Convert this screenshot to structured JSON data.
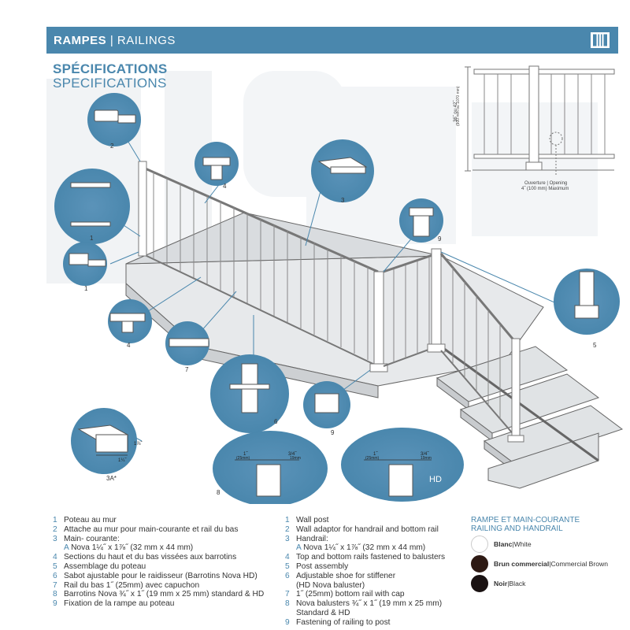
{
  "header": {
    "title_fr": "RAMPES",
    "separator": " | ",
    "title_en": "RAILINGS",
    "icon": "railing-icon",
    "color": "#4a87ad"
  },
  "spec": {
    "title_fr": "SPÉCIFICATIONS",
    "title_en": "SPECIFICATIONS"
  },
  "detail": {
    "height_label": "36˝ ou 42˝",
    "height_sub": "(900 mm ou 1070 mm)",
    "opening_line1": "Ouverture | Opening",
    "opening_line2": "4˝ (100 mm) Maximum"
  },
  "callouts": {
    "c1a": "1",
    "c1b": "1",
    "c2": "2",
    "c3": "3",
    "c3a": "3A*",
    "c4a": "4",
    "c4b": "4",
    "c5": "5",
    "c6": "6",
    "c7": "7",
    "c8": "8",
    "c9a": "9",
    "c9b": "9"
  },
  "dims": {
    "rail_h": "1⅞˝",
    "rail_w": "1¼˝",
    "std_left": "1˝",
    "std_left_mm": "(25mm)",
    "std_right": "3/4˝",
    "std_right_mm": "19mm",
    "hd_left": "1˝",
    "hd_left_mm": "(25mm)",
    "hd_right": "3/4˝",
    "hd_right_mm": "19mm",
    "hd_label": "HD"
  },
  "legend_fr": [
    {
      "num": "1",
      "text": "Poteau au mur"
    },
    {
      "num": "2",
      "text": "Attache au mur pour main-courante et rail du bas"
    },
    {
      "num": "3",
      "text": "Main- courante:"
    },
    {
      "num": "",
      "sub": "A ",
      "text": "Nova 1¼˝ x 1⅞˝ (32 mm x 44 mm)"
    },
    {
      "num": "4",
      "text": "Sections du haut et du bas vissées aux barrotins"
    },
    {
      "num": "5",
      "text": "Assemblage du poteau"
    },
    {
      "num": "6",
      "text": "Sabot ajustable pour le raidisseur (Barrotins Nova HD)"
    },
    {
      "num": "7",
      "text": "Rail du bas 1˝ (25mm) avec capuchon"
    },
    {
      "num": "8",
      "text": "Barrotins Nova ¾˝ x 1˝ (19 mm x 25 mm) standard & HD"
    },
    {
      "num": "9",
      "text": "Fixation de la rampe au poteau"
    }
  ],
  "legend_en": [
    {
      "num": "1",
      "text": "Wall post"
    },
    {
      "num": "2",
      "text": "Wall adaptor for handrail and bottom rail"
    },
    {
      "num": "3",
      "text": "Handrail:"
    },
    {
      "num": "",
      "sub": "A ",
      "text": "Nova 1¼˝ x 1⅞˝ (32 mm x 44 mm)"
    },
    {
      "num": "4",
      "text": "Top and bottom rails fastened to balusters"
    },
    {
      "num": "5",
      "text": "Post assembly"
    },
    {
      "num": "6",
      "text": "Adjustable shoe for stiffener"
    },
    {
      "num": "",
      "text": "(HD Nova baluster)"
    },
    {
      "num": "7",
      "text": "1˝ (25mm) bottom rail with cap"
    },
    {
      "num": "8",
      "text": "Nova balusters ¾˝ x 1˝ (19 mm x 25 mm)"
    },
    {
      "num": "",
      "text": "Standard & HD"
    },
    {
      "num": "9",
      "text": "Fastening of railing to post"
    }
  ],
  "colors": {
    "title_fr": "RAMPE ET MAIN-COURANTE",
    "title_en": "RAILING AND HANDRAIL",
    "swatches": [
      {
        "fr": "Blanc",
        "sep": " | ",
        "en": "White",
        "hex": "#ffffff"
      },
      {
        "fr": "Brun commercial",
        "sep": " | ",
        "en": "Commercial Brown",
        "hex": "#2e1a14"
      },
      {
        "fr": "Noir",
        "sep": " | ",
        "en": "Black",
        "hex": "#1a1212"
      }
    ]
  }
}
